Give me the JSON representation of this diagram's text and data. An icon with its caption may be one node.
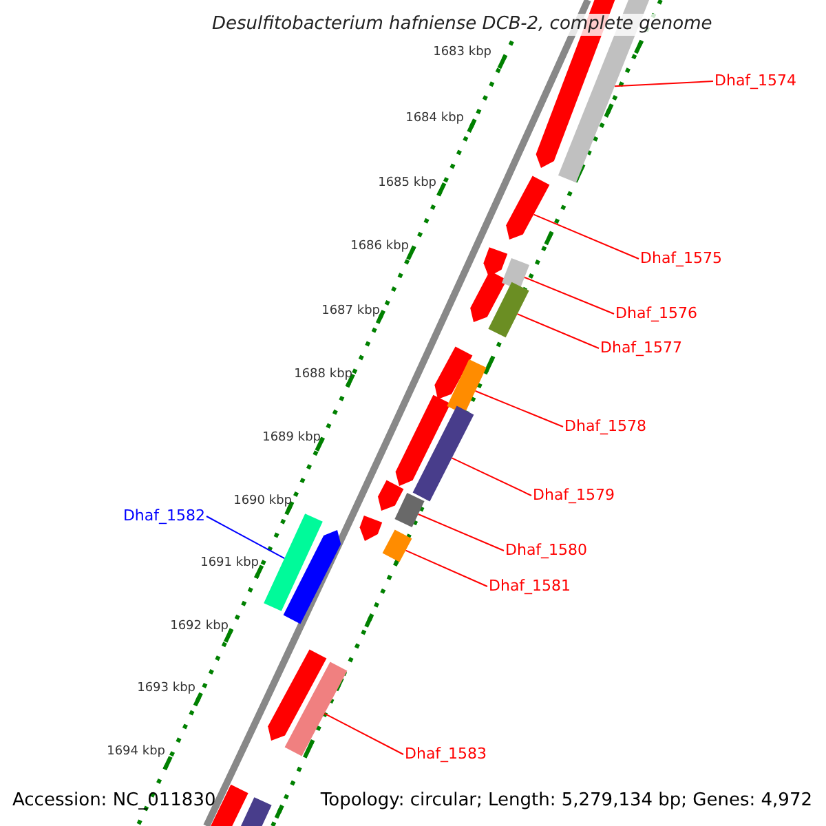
{
  "diagram": {
    "title": "Desulfitobacterium hafniense DCB-2, complete genome",
    "nodes": [
      {
        "text": [
          "Dhaf_1574"
        ]
      },
      {
        "text": [],
        "shape": "bar"
      },
      {
        "text": [
          "Dhaf_1575"
        ]
      },
      {
        "text": [],
        "shape": "bar"
      },
      {
        "text": [
          "Dhaf_1576"
        ]
      },
      {
        "text": [],
        "shape": "bar"
      },
      {
        "text": [
          "Dhaf_1577"
        ]
      },
      {
        "text": [],
        "shape": "bar"
      },
      {
        "text": [
          "Dhaf_1578"
        ]
      },
      {
        "text": [],
        "shape": "bar"
      },
      {
        "text": [
          "Dhaf_1579"
        ]
      },
      {
        "text": [],
        "shape": "bar"
      },
      {
        "text": [
          "Dhaf_1582"
        ]
      },
      {
        "text": [],
        "shape": "bar"
      },
      {
        "text": [
          "Dhaf_1580"
        ]
      },
      {
        "text": [],
        "shape": "bar"
      },
      {
        "text": [
          "Dhaf_1581"
        ]
      },
      {
        "text": [],
        "shape": "bar"
      },
      {
        "text": [
          "Dhaf_1583"
        ]
      },
      {
        "text": [],
        "shape": "bar"
      }
    ],
    "edges": [
      {
        "from": 0,
        "to": 1,
        "arrow": "none"
      },
      {
        "from": 2,
        "to": 3,
        "arrow": "none"
      },
      {
        "from": 4,
        "to": 5,
        "arrow": "none"
      },
      {
        "from": 6,
        "to": 7,
        "arrow": "none"
      },
      {
        "from": 8,
        "to": 9,
        "arrow": "none"
      },
      {
        "from": 10,
        "to": 11,
        "arrow": "none"
      },
      {
        "from": 12,
        "to": 13,
        "arrow": "none",
        "color": "#0000ff"
      },
      {
        "from": 14,
        "to": 15,
        "arrow": "none"
      },
      {
        "from": 16,
        "to": 17,
        "arrow": "none"
      },
      {
        "from": 18,
        "to": 19,
        "arrow": "none"
      }
    ],
    "labels": [
      "1683 kbp",
      "1684 kbp",
      "1685 kbp",
      "1686 kbp",
      "1687 kbp",
      "1688 kbp",
      "1689 kbp",
      "1690 kbp",
      "1691 kbp",
      "1692 kbp",
      "1693 kbp",
      "1694 kbp",
      "Accession: NC_011830",
      "Topology: circular; Length: 5,279,134 bp; Genes: 4,972"
    ]
  }
}
